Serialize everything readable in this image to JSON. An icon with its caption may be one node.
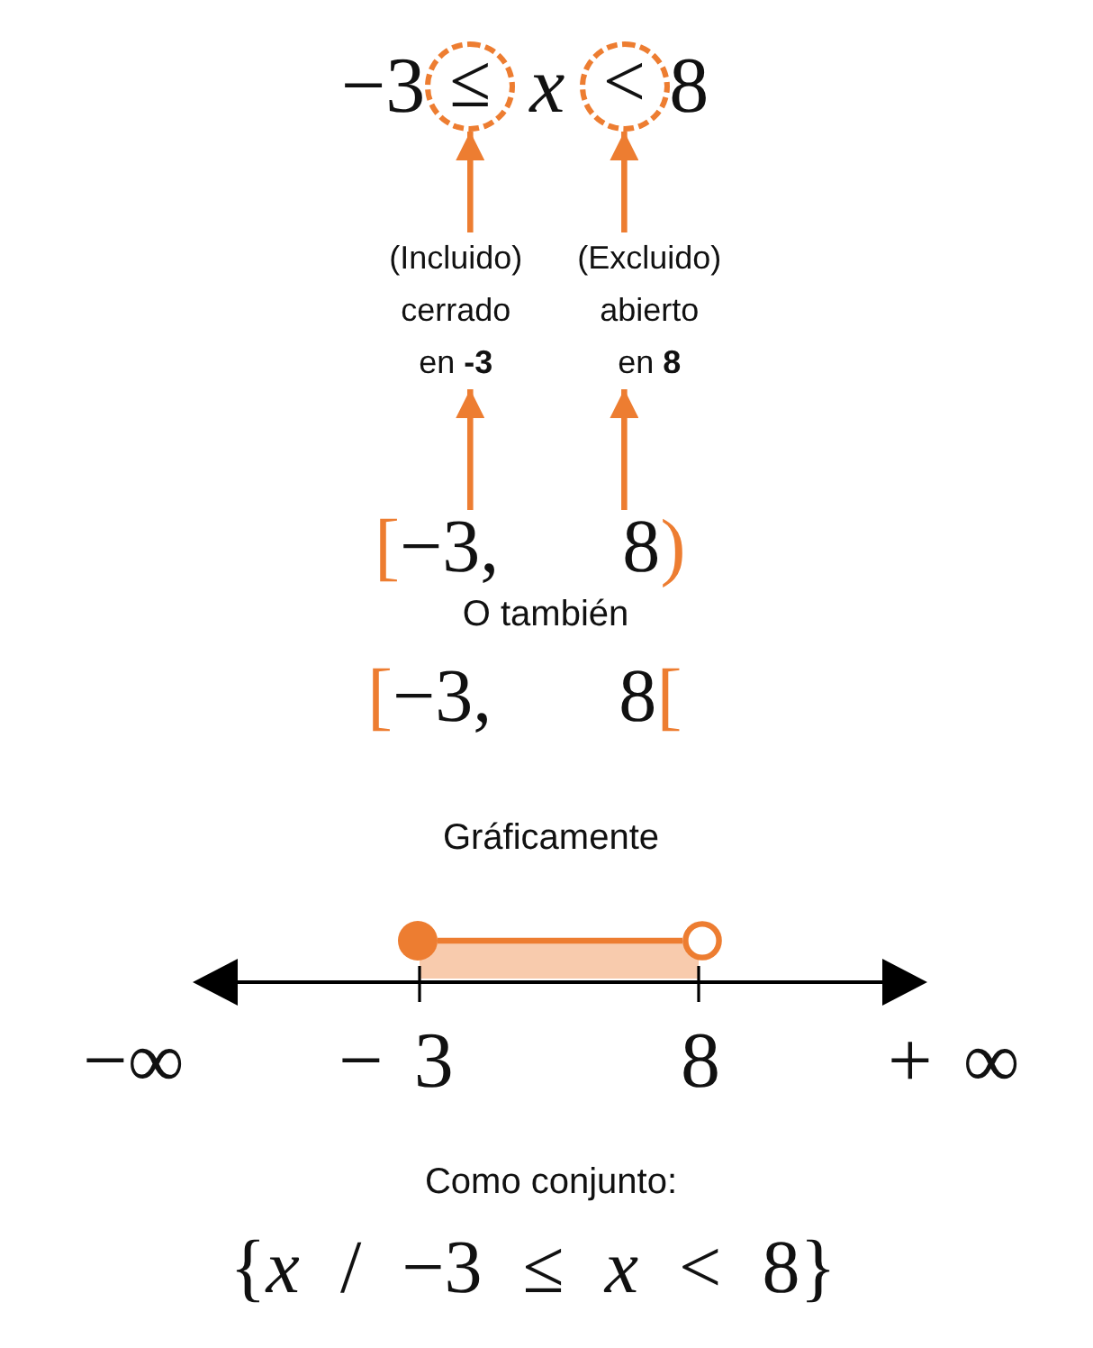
{
  "diagram": {
    "nodes": [
      {
        "text": [
          "≤"
        ]
      },
      {
        "text": [
          "<"
        ]
      },
      {
        "text": [
          "(Incluido) cerrado en **-3**"
        ]
      },
      {
        "text": [
          "(Excluido) abierto en **8**"
        ]
      },
      {
        "text": [
          "[−3, 8)"
        ]
      },
      {
        "text": [],
        "shape": "circle"
      },
      {
        "text": [],
        "shape": "circle"
      }
    ],
    "edges": [
      {
        "from": 2,
        "to": 0,
        "arrow": "to"
      },
      {
        "from": 3,
        "to": 1,
        "arrow": "to"
      },
      {
        "from": 4,
        "to": 2,
        "arrow": "to"
      },
      {
        "from": 4,
        "to": 3,
        "arrow": "to"
      },
      {
        "from": 5,
        "to": 6,
        "arrow": "none"
      }
    ],
    "labels": [
      "−3",
      "x",
      "8",
      "O también",
      "[−3, 8[",
      "Gráficamente",
      "−∞",
      "− 3",
      "8",
      "+ ∞",
      "Como conjunto:",
      "{*x* / −3 ≤ *x* < 8}"
    ]
  }
}
